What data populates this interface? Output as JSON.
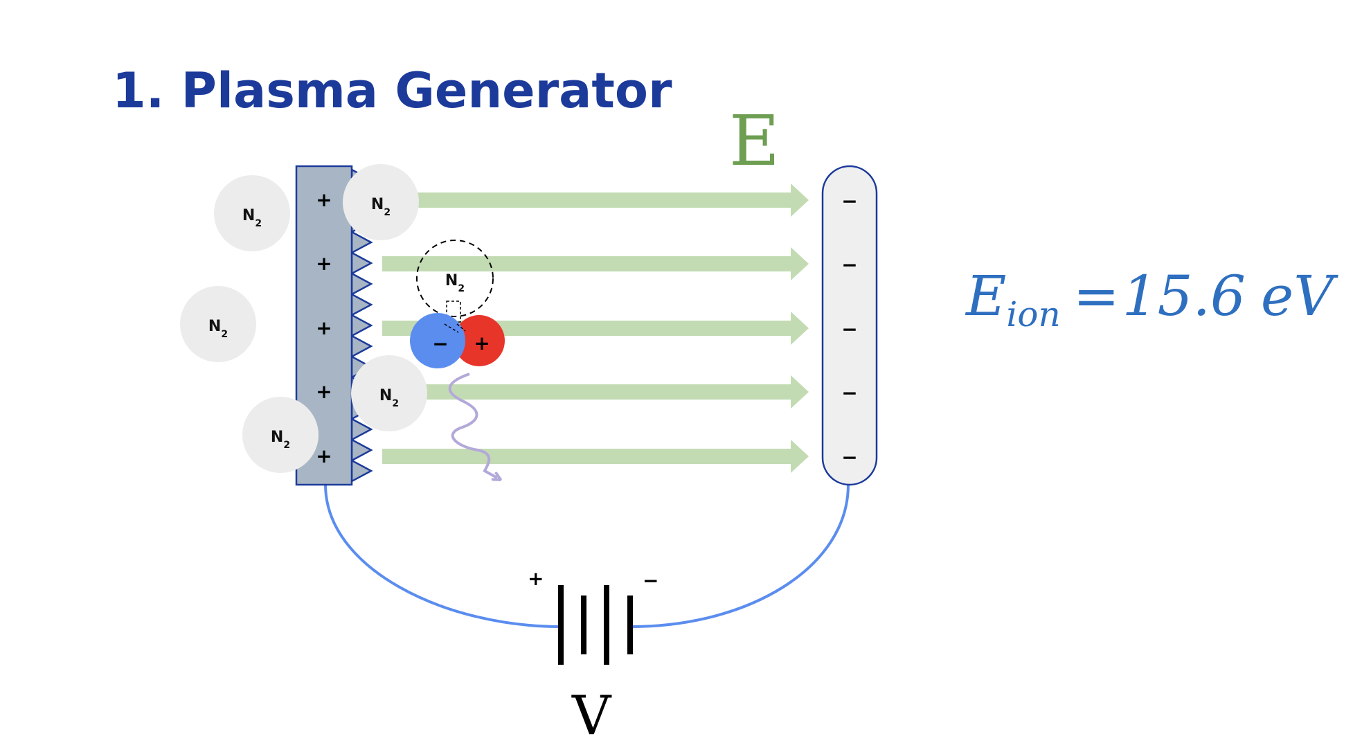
{
  "title": "1. Plasma Generator",
  "field_label": "E",
  "voltage_label": "V",
  "equation": {
    "symbol": "E",
    "subscript": "ion",
    "equals": "=",
    "value": "15.6",
    "unit": "eV"
  },
  "molecule": {
    "main": "N",
    "sub": "2"
  },
  "ion_pair": {
    "negative_sign": "−",
    "positive_sign": "+"
  },
  "anode_signs": [
    "+",
    "+",
    "+",
    "+",
    "+"
  ],
  "cathode_signs": [
    "−",
    "−",
    "−",
    "−",
    "−"
  ],
  "battery": {
    "positive_label": "+",
    "negative_label": "−"
  },
  "colors": {
    "title": "#1c3a9a",
    "field_arrows": "#c3dbb3",
    "field_label": "#6e9e52",
    "anode": "#a8b5c4",
    "electrode_border": "#1c3a9a",
    "cathode_fill": "#efefef",
    "wire": "#5b8def",
    "molecule": "#ececec",
    "electron": "#5b8def",
    "ion": "#e8352a",
    "photon": "#b3a9d9",
    "equation": "#2e6fc0"
  }
}
